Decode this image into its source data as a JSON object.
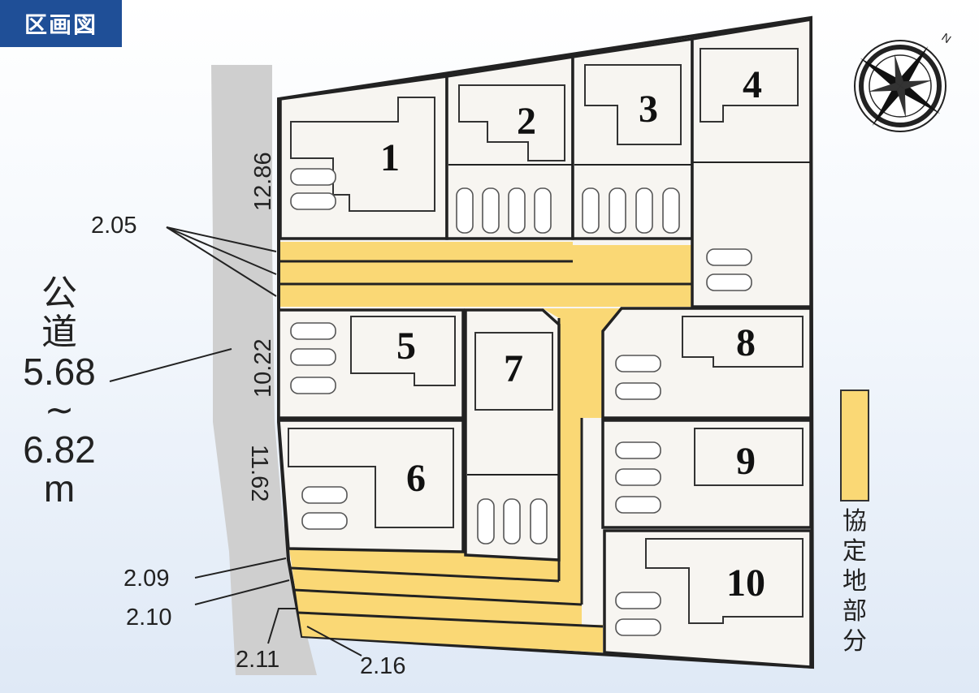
{
  "title": "区画図",
  "road": {
    "line1": "公",
    "line2": "道",
    "width_from": "5.68",
    "tilde": "~",
    "width_to": "6.82",
    "unit": "m"
  },
  "legend": {
    "chars": [
      "協",
      "定",
      "地",
      "部",
      "分"
    ],
    "color": "#fad875"
  },
  "lots": [
    "1",
    "2",
    "3",
    "4",
    "5",
    "6",
    "7",
    "8",
    "9",
    "10"
  ],
  "dimensions": {
    "d1286": "12.86",
    "d1022": "10.22",
    "d1162": "11.62",
    "d205": "2.05",
    "d209": "2.09",
    "d210": "2.10",
    "d211": "2.11",
    "d216": "2.16"
  },
  "compass": {
    "north_label": "N"
  },
  "colors": {
    "accent": "#1f4f97",
    "road": "#cfcfcf",
    "lot_fill": "#f7f5f1",
    "shared_area": "#fad875"
  }
}
